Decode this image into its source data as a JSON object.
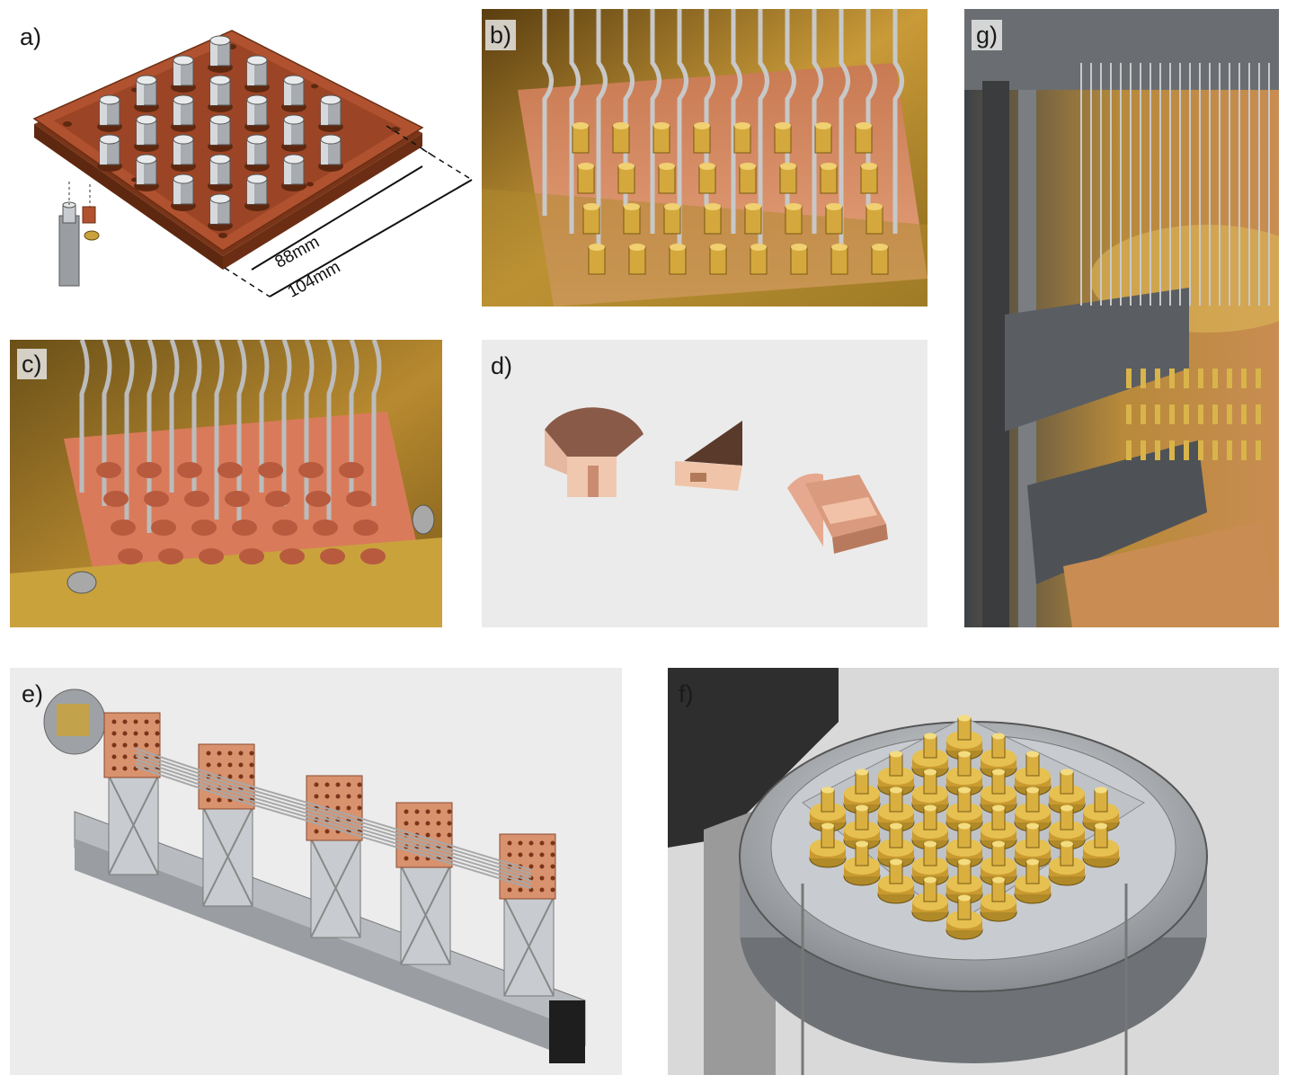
{
  "panels": {
    "a": {
      "label": "a)",
      "dimension_inner": "88mm",
      "dimension_outer": "104mm"
    },
    "b": {
      "label": "b)"
    },
    "c": {
      "label": "c)"
    },
    "d": {
      "label": "d)"
    },
    "e": {
      "label": "e)"
    },
    "f": {
      "label": "f)"
    },
    "g": {
      "label": "g)"
    }
  },
  "colors": {
    "copper": "#b0522f",
    "copper_dark": "#7a3418",
    "gold": "#c9a23c",
    "gold_dark": "#8a6a1c",
    "silver": "#c8ccd0",
    "steel_dark": "#5a5e62",
    "background_light": "#ebebeb"
  }
}
